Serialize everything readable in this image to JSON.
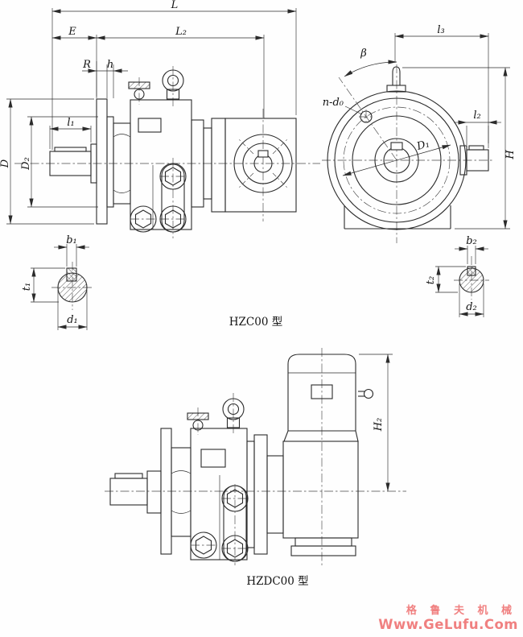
{
  "canvas": {
    "background": "#fefefe",
    "line_color": "#2b2b2b"
  },
  "captions": {
    "top_model": "HZC00 型",
    "bottom_model": "HZDC00 型"
  },
  "labels": {
    "L": "L",
    "E": "E",
    "L2": "L₂",
    "R": "R",
    "h": "h",
    "l1": "l₁",
    "D": "D",
    "D2": "D₂",
    "l3": "l₃",
    "beta": "β",
    "nd0": "n-d₀",
    "D1": "D₁",
    "l2": "l₂",
    "H": "H",
    "b1": "b₁",
    "t1": "t₁",
    "d1": "d₁",
    "b2": "b₂",
    "t2": "t₂",
    "d2": "d₂",
    "H2": "H₂"
  },
  "watermark": {
    "line1": "格 鲁 夫 机 械",
    "line2": "Www.GeLufu.Com",
    "color": "#f08080"
  }
}
